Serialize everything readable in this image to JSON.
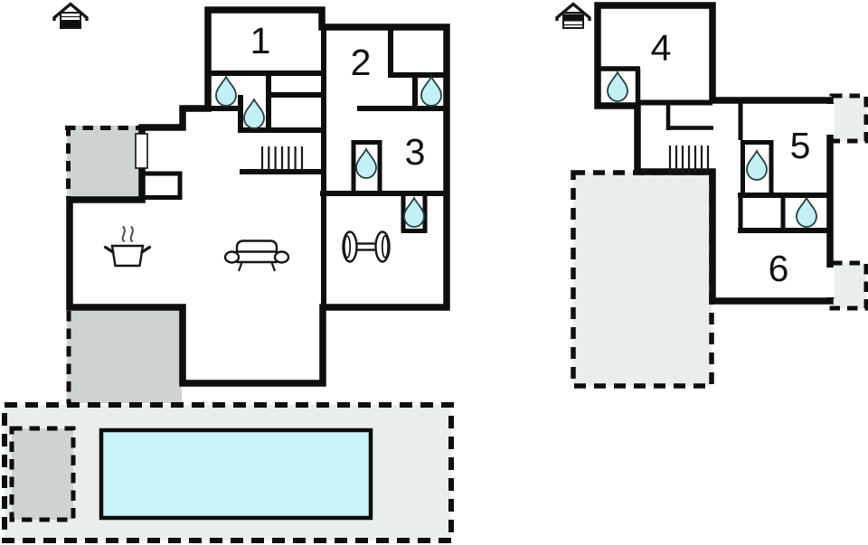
{
  "colors": {
    "wall": "#0e0e0e",
    "water_fill": "#c2f0f4",
    "pool_fill": "#c9f5f9",
    "terrace_fill": "#e9eeec",
    "patio_fill": "#cdd2d3",
    "label": "#111111"
  },
  "floors": [
    {
      "name": "ground floor",
      "indicator": "house-icon-lower-half-filled",
      "rooms": [
        {
          "number": "1"
        },
        {
          "number": "2"
        },
        {
          "number": "3"
        }
      ],
      "bathroom_drop_count": 5,
      "icons": [
        "house-level-icon",
        "water-drop-icon",
        "stairs-icon",
        "stove-icon",
        "sofa-icon",
        "dumbbell-icon",
        "window-marker",
        "pool",
        "pool-terrace",
        "patio"
      ]
    },
    {
      "name": "first floor",
      "indicator": "house-icon-upper-half-filled",
      "rooms": [
        {
          "number": "4"
        },
        {
          "number": "5"
        },
        {
          "number": "6"
        }
      ],
      "bathroom_drop_count": 3,
      "icons": [
        "house-level-icon",
        "water-drop-icon",
        "stairs-icon",
        "balcony"
      ]
    }
  ]
}
